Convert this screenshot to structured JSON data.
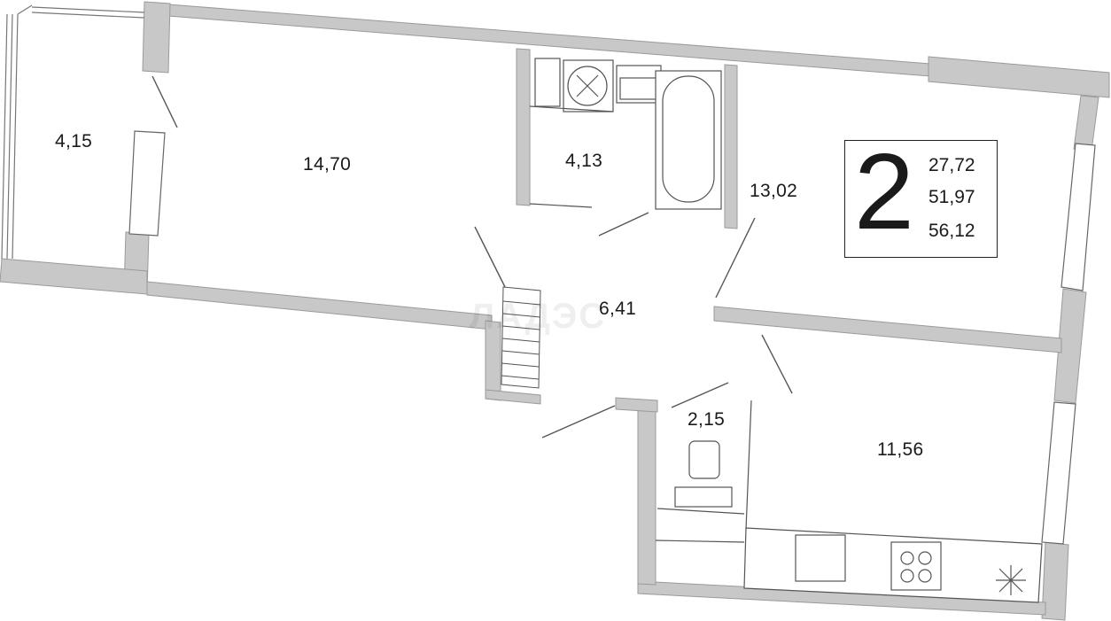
{
  "rooms": {
    "balcony": "4,15",
    "living": "14,70",
    "bathroom": "4,13",
    "bedroom_top": "13,02",
    "hall": "6,41",
    "wc": "2,15",
    "kitchen": "11,56"
  },
  "summary": {
    "room_count": "2",
    "living_area": "27,72",
    "total_area": "51,97",
    "total_with_balcony": "56,12"
  },
  "watermark": "ЛАДЭС",
  "colors": {
    "wall": "#c8c8c8",
    "wall_dark": "#b9b9b9",
    "line": "#555555",
    "text": "#1a1a1a"
  }
}
